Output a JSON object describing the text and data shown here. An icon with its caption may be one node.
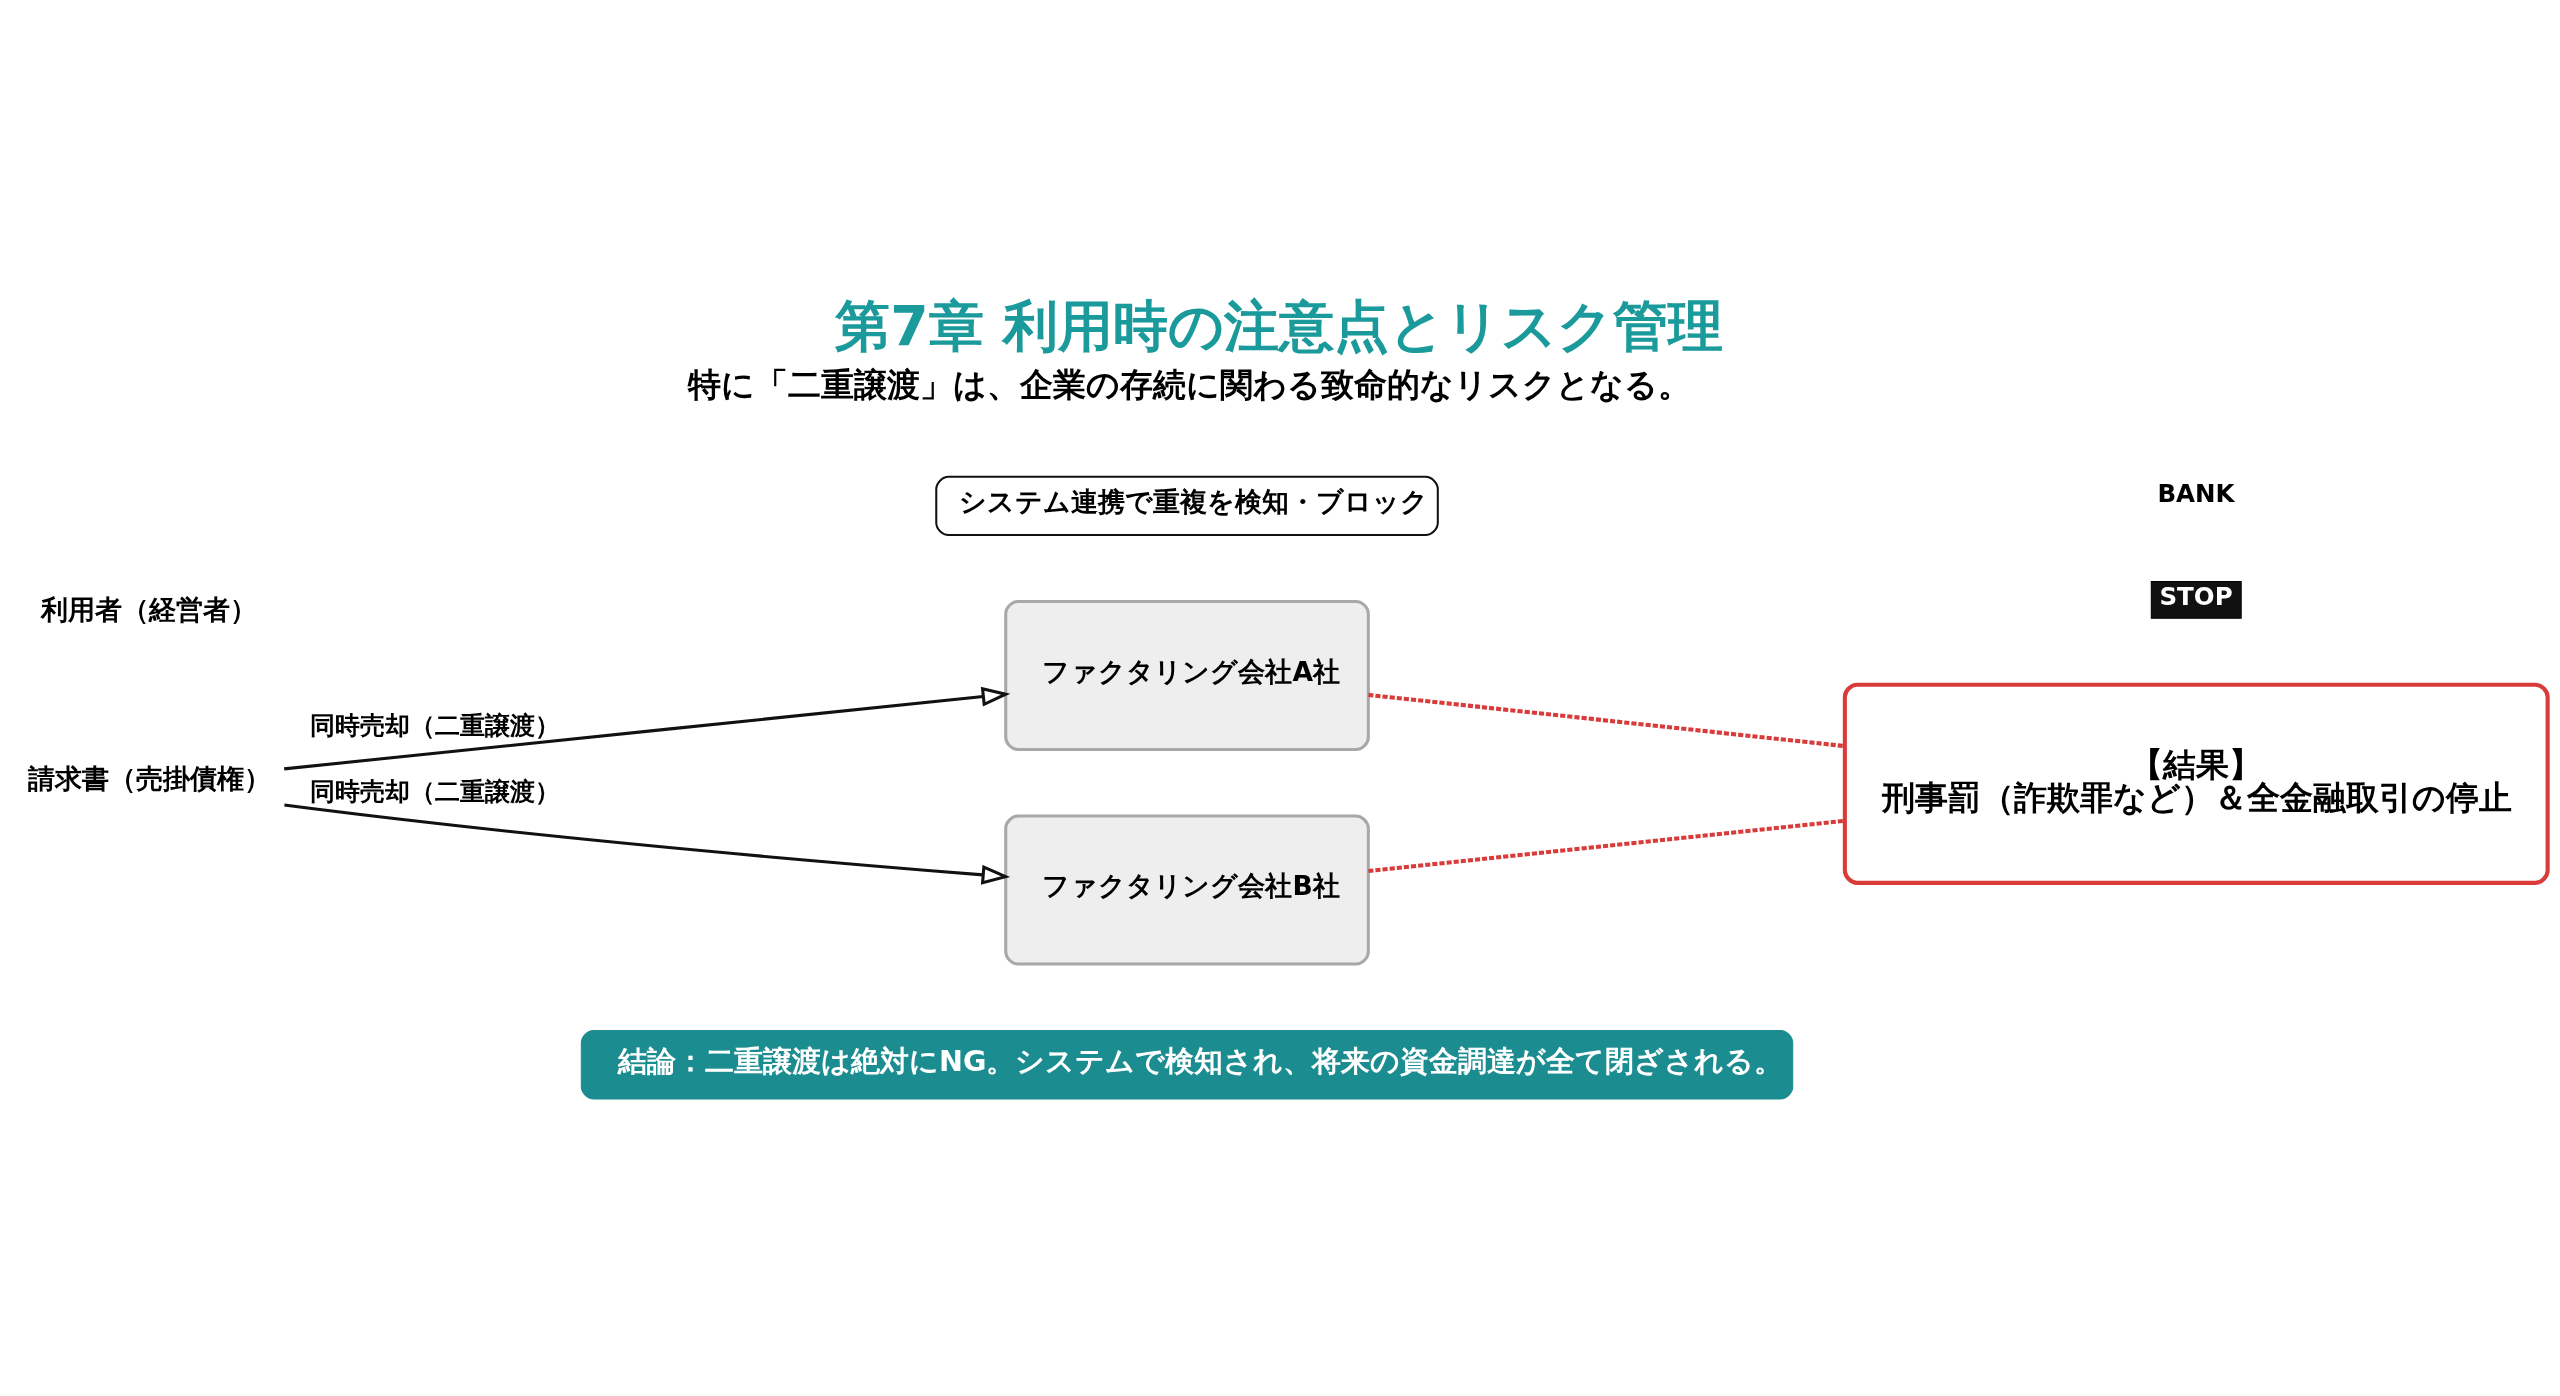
{
  "diagram": {
    "title": "第7章 利用時の注意点とリスク管理",
    "nodes": [
      {
        "text": [
          "利用者（経営者）"
        ]
      },
      {
        "text": [
          "請求書（売掛債権）"
        ]
      },
      {
        "text": [
          "ファクタリング会社A社"
        ]
      },
      {
        "text": [
          "システム連携で重複を検知・ブロック"
        ]
      },
      {
        "text": [
          "ファクタリング会社B社"
        ]
      },
      {
        "text": [
          "【結果】",
          "刑事罰（詐欺罪など）＆全金融取引の停止"
        ]
      },
      {
        "text": [
          "結論：二重譲渡は絶対にNG。システムで検知され、将来の資金調達が全て閉ざされる。"
        ]
      }
    ],
    "edges": [
      {
        "from": 1,
        "to": 2,
        "arrow": "to",
        "label": "同時売却（二重譲渡）"
      },
      {
        "from": 1,
        "to": 4,
        "arrow": "to",
        "label": "同時売却（二重譲渡）"
      },
      {
        "from": 2,
        "to": 5,
        "arrow": "none",
        "style": "dashed",
        "color": "#d93a3a"
      },
      {
        "from": 4,
        "to": 5,
        "arrow": "none",
        "style": "dashed",
        "color": "#d93a3a"
      }
    ],
    "labels": [
      "特に「二重譲渡」は、企業の存続に関わる致命的なリスクとなる。",
      "BANK",
      "STOP"
    ]
  }
}
